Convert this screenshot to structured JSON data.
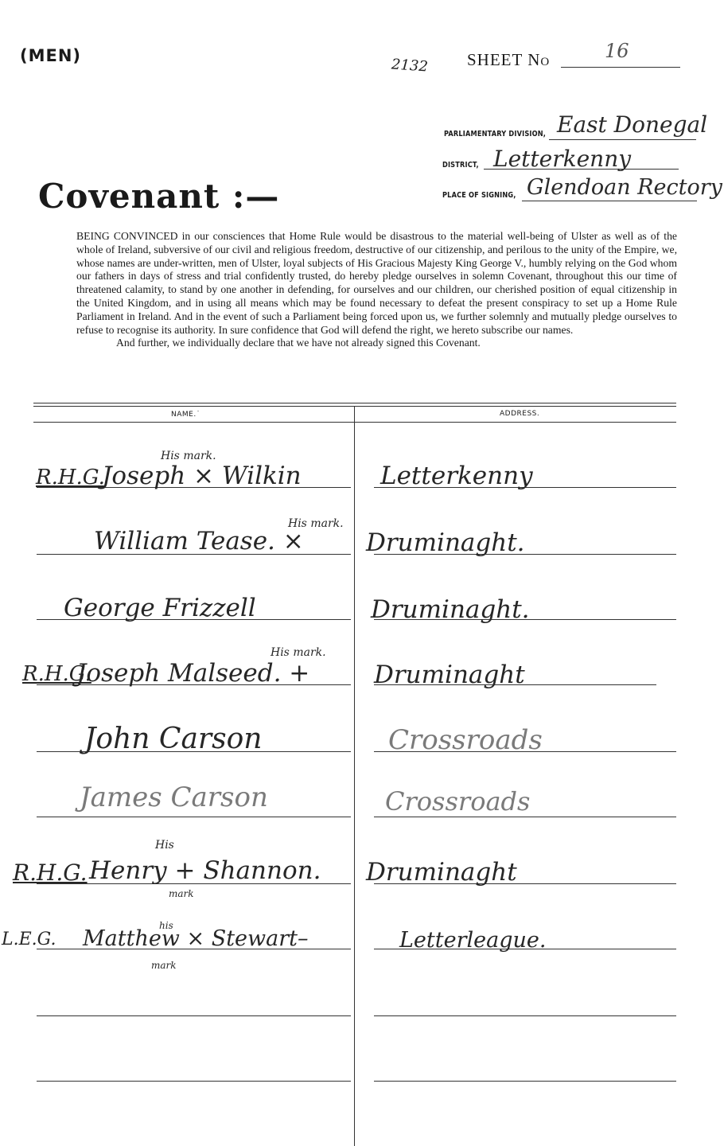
{
  "header": {
    "category": "(MEN)",
    "reference_number": "2132",
    "sheet_label": "SHEET No",
    "sheet_number": "16"
  },
  "fields": {
    "division_label": "PARLIAMENTARY DIVISION,",
    "division_value": "East Donegal",
    "district_label": "DISTRICT,",
    "district_value": "Letterkenny",
    "place_label": "PLACE OF SIGNING,",
    "place_value": "Glendoan Rectory"
  },
  "title": "Covenant :—",
  "covenant_text": "BEING CONVINCED in our consciences that Home Rule would be disastrous to the material well-being of Ulster as well as of the whole of Ireland, subversive of our civil and religious freedom, destructive of our citizenship, and perilous to the unity of the Empire, we, whose names are under-written, men of Ulster, loyal subjects of His Gracious Majesty King George V., humbly relying on the God whom our fathers in days of stress and trial confidently trusted, do hereby pledge ourselves in solemn Covenant, throughout this our time of threatened calamity, to stand by one another in defending, for ourselves and our children, our cherished position of equal citizenship in the United Kingdom, and in using all means which may be found necessary to defeat the present conspiracy to set up a Home Rule Parliament in Ireland. And in the event of such a Parliament being forced upon us, we further solemnly and mutually pledge ourselves to refuse to recognise its authority. In sure confidence that God will defend the right, we hereto subscribe our names.",
  "covenant_declaration": "And further, we individually declare that we have not already signed this Covenant.",
  "columns": {
    "name": "NAME.˙",
    "address": "ADDRESS."
  },
  "signatures": [
    {
      "prefix": "R.H.G.",
      "name": "Joseph × Wilkin",
      "note": "His mark.",
      "address": "Letterkenny"
    },
    {
      "prefix": "",
      "name": "William Tease. ×",
      "note": "His mark.",
      "address": "Druminaght."
    },
    {
      "prefix": "",
      "name": "George Frizzell",
      "note": "",
      "address": "Druminaght."
    },
    {
      "prefix": "R.H.G.",
      "name": "Joseph Malseed. +",
      "note": "His mark.",
      "address": "Druminaght"
    },
    {
      "prefix": "",
      "name": "John Carson",
      "note": "",
      "address": "Crossroads"
    },
    {
      "prefix": "",
      "name": "James Carson",
      "note": "",
      "address": "Crossroads"
    },
    {
      "prefix": "R.H.G.",
      "name": "Henry + Shannon.",
      "note": "His",
      "note2": "mark",
      "address": "Druminaght"
    },
    {
      "prefix": "L.E.G.",
      "name": "Matthew × Stewart–",
      "note": "his",
      "note2": "mark",
      "address": "Letterleague."
    }
  ]
}
